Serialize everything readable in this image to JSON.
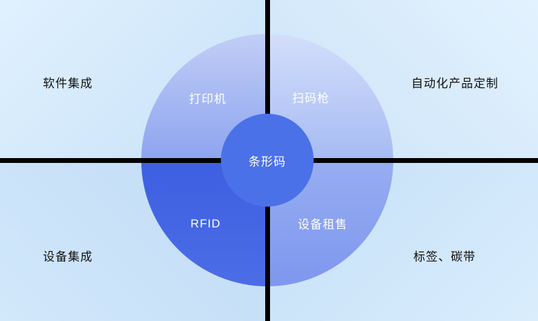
{
  "diagram": {
    "title": "barcode-business-quadrant-diagram",
    "center": {
      "label": "条形码"
    },
    "ring_segments": [
      {
        "position": "top-left",
        "label": "打印机"
      },
      {
        "position": "top-right",
        "label": "扫码枪"
      },
      {
        "position": "bottom-left",
        "label": "RFID"
      },
      {
        "position": "bottom-right",
        "label": "设备租售"
      }
    ],
    "corner_labels": [
      {
        "position": "top-left",
        "label": "软件集成"
      },
      {
        "position": "top-right",
        "label": "自动化产品定制"
      },
      {
        "position": "bottom-left",
        "label": "设备集成"
      },
      {
        "position": "bottom-right",
        "label": "标签、碳带"
      }
    ],
    "colors": {
      "background": "#cfe6fb",
      "center_circle": "#4a71e7",
      "ring_top_left": "#8da4ef",
      "ring_top_right": "#a6bbf3",
      "ring_bottom_left": "#3d5fe1",
      "ring_bottom_right": "#7e97ee",
      "divider": "#000000",
      "ring_text": "#ffffff",
      "corner_text": "#111111"
    }
  }
}
